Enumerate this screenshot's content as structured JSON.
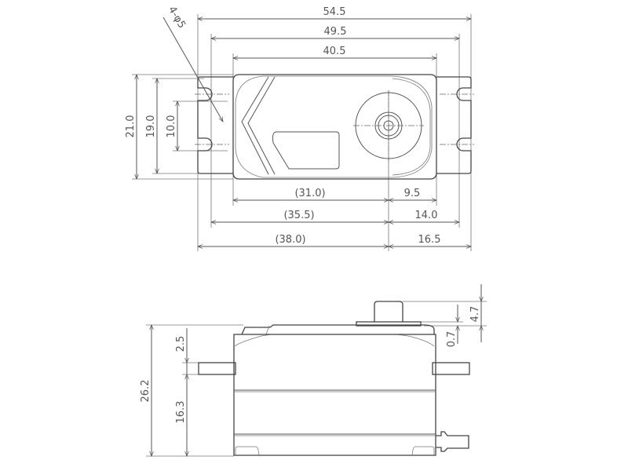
{
  "drawing": {
    "top_view": {
      "dims": {
        "overall_length": "54.5",
        "mount_hole_span": "49.5",
        "case_length": "40.5",
        "overall_width": "21.0",
        "tab_width": "19.0",
        "hole_spacing": "10.0",
        "hole_callout": "4-φ5",
        "case_to_shaft": "(31.0)",
        "shaft_to_case_end": "9.5",
        "hole_to_shaft": "(35.5)",
        "shaft_to_hole": "14.0",
        "tab_to_shaft": "(38.0)",
        "shaft_to_tab_end": "16.5"
      }
    },
    "side_view": {
      "dims": {
        "case_height": "26.2",
        "tab_thickness": "2.5",
        "tab_height": "16.3",
        "spline_height": "4.7",
        "spline_base": "0.7"
      }
    }
  }
}
